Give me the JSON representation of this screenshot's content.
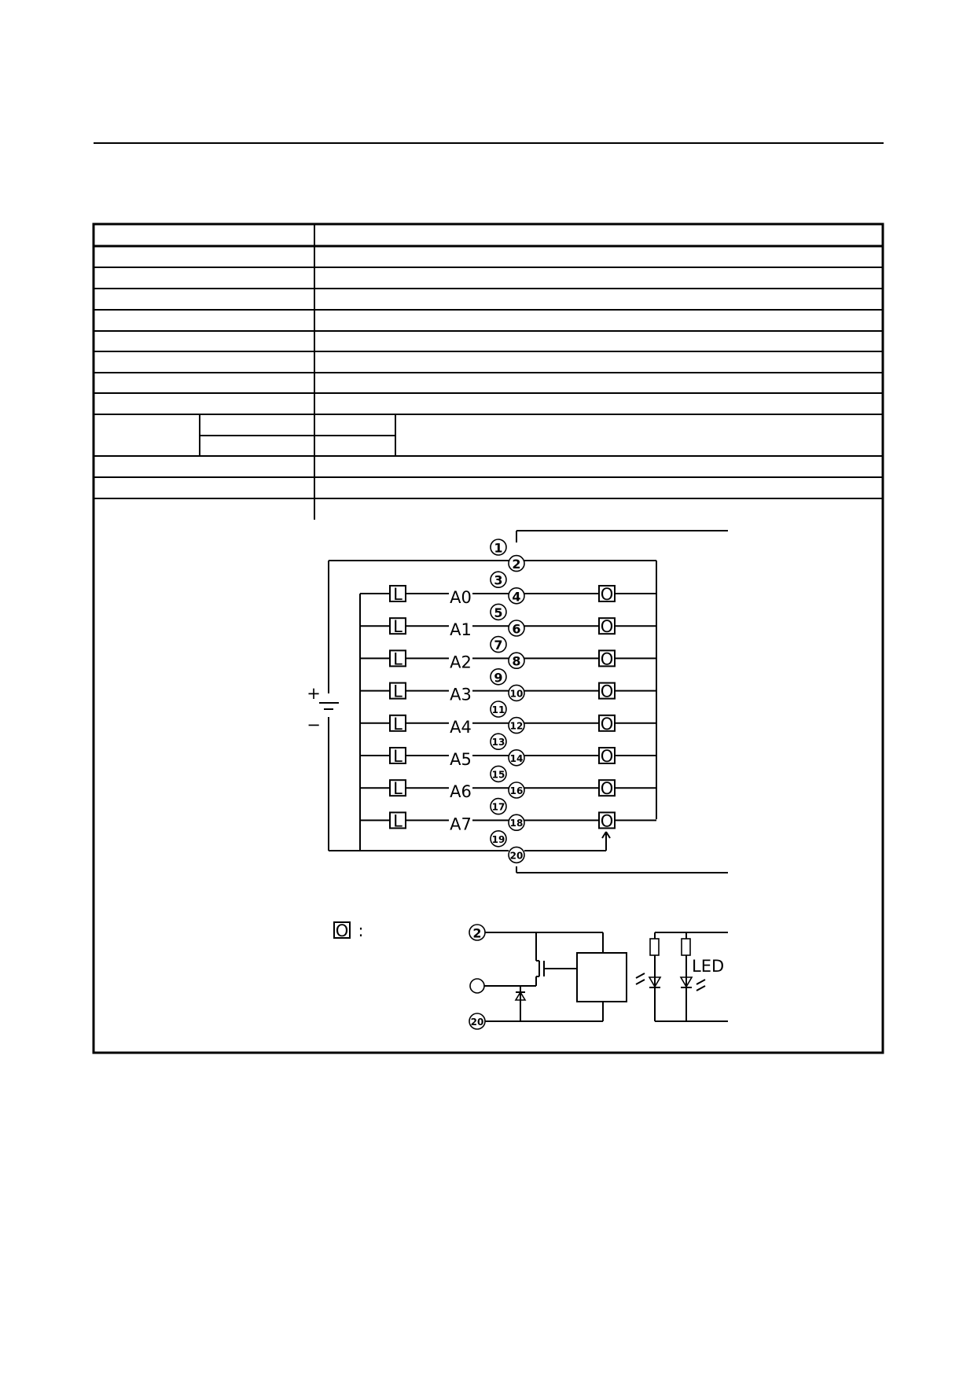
{
  "diagram": {
    "pins": [
      "1",
      "2",
      "3",
      "4",
      "5",
      "6",
      "7",
      "8",
      "9",
      "10",
      "11",
      "12",
      "13",
      "14",
      "15",
      "16",
      "17",
      "18",
      "19",
      "20"
    ],
    "channels": [
      "A0",
      "A1",
      "A2",
      "A3",
      "A4",
      "A5",
      "A6",
      "A7"
    ],
    "load_symbol": "L",
    "output_symbol": "O",
    "battery_plus": "+",
    "battery_minus": "−",
    "legend": {
      "symbol": "O",
      "colon": ":",
      "pin_top": "2",
      "pin_bottom": "20",
      "led_label": "LED"
    }
  }
}
